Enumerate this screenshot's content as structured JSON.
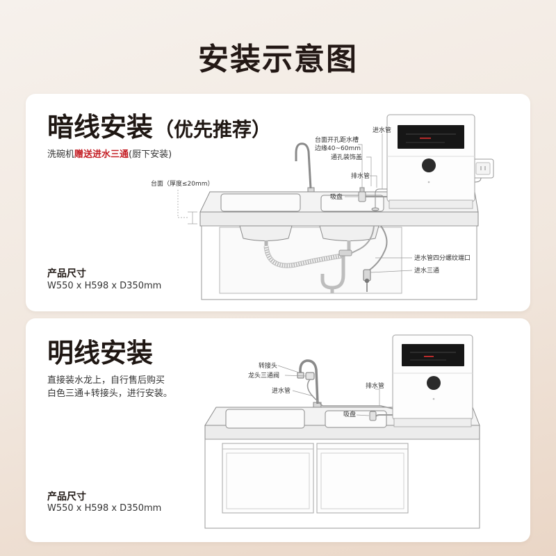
{
  "page_title": "安装示意图",
  "colors": {
    "background_top": "#f6f1ec",
    "background_bottom": "#ead6c6",
    "card": "#ffffff",
    "title_text": "#231815",
    "highlight": "#c41e24",
    "dishwasher_window": "#161616"
  },
  "concealed": {
    "title": "暗线安装",
    "title_note": "（优先推荐）",
    "desc": {
      "prefix": "洗碗机",
      "highlight": "赠送进水三通",
      "suffix": "(厨下安装)"
    },
    "size_label": "产品尺寸",
    "size_value": "W550 x H598 x D350mm",
    "labels": {
      "counter_hole_1": "台面开孔距水槽",
      "counter_hole_2": "边缘40~60mm",
      "inlet_pipe": "进水管",
      "hole_cover": "通孔装饰盖",
      "drain_pipe": "排水管",
      "suction_cup": "吸盘",
      "countertop": "台面（厚度≤20mm）",
      "inlet_port": "进水管四分螺纹端口",
      "inlet_tee": "进水三通"
    }
  },
  "exposed": {
    "title": "明线安装",
    "desc_line1": "直接装水龙上，自行售后购买",
    "desc_line2": "白色三通+转接头，进行安装。",
    "size_label": "产品尺寸",
    "size_value": "W550 x H598 x D350mm",
    "labels": {
      "adapter": "转接头",
      "tee_valve": "龙头三通阀",
      "inlet_pipe": "进水管",
      "drain_pipe": "排水管",
      "suction_cup": "吸盘"
    }
  }
}
